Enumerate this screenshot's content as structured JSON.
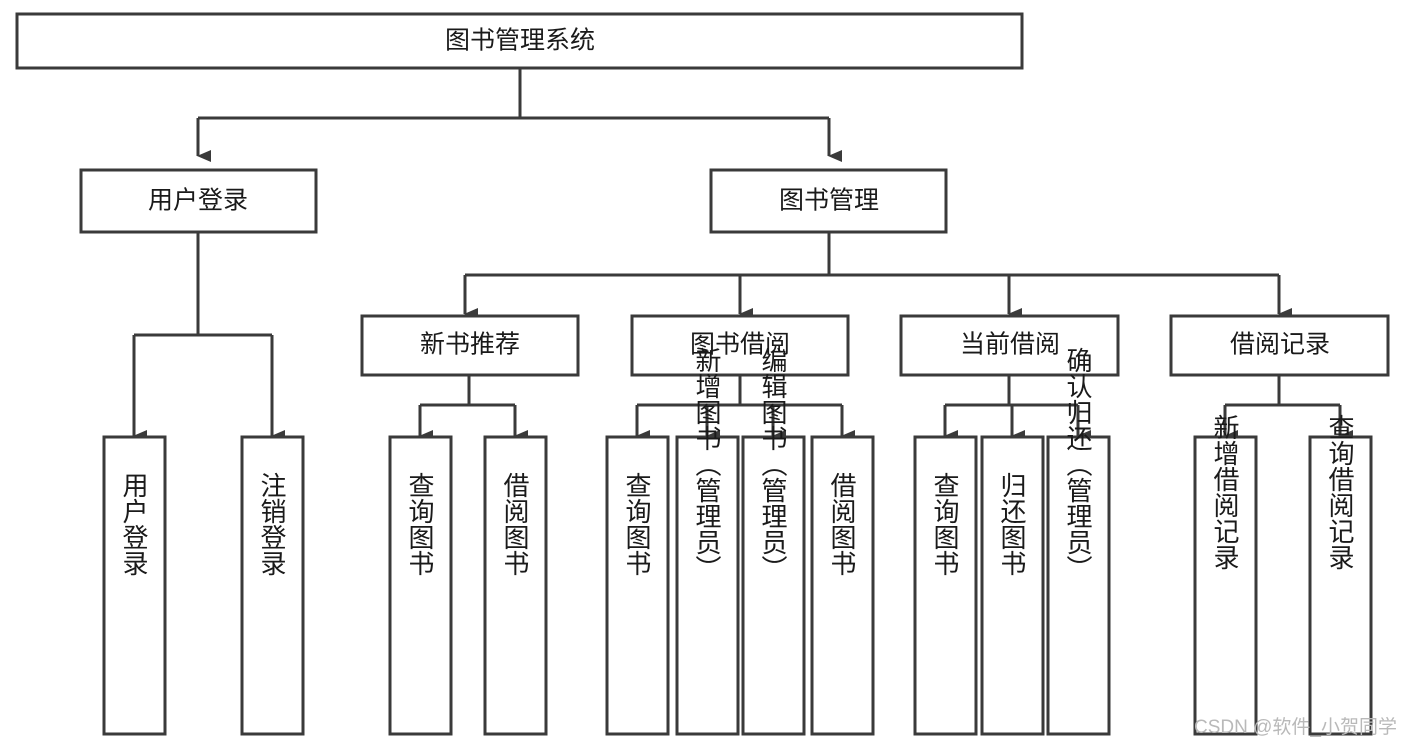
{
  "diagram": {
    "type": "tree-hierarchy-chart",
    "title": "图书管理系统",
    "colors": {
      "stroke": "#3a3a3a",
      "fill": "#ffffff",
      "text": "#1a1a1a",
      "watermark": "#b9b9b9"
    },
    "root": {
      "label": "图书管理系统"
    },
    "level2": [
      {
        "label": "用户登录"
      },
      {
        "label": "图书管理"
      }
    ],
    "level3": [
      {
        "label": "新书推荐"
      },
      {
        "label": "图书借阅"
      },
      {
        "label": "当前借阅"
      },
      {
        "label": "借阅记录"
      }
    ],
    "leaves": {
      "user_login": [
        {
          "label": "用户登录"
        },
        {
          "label": "注销登录"
        }
      ],
      "new_book_recommend": [
        {
          "label": "查询图书"
        },
        {
          "label": "借阅图书"
        }
      ],
      "book_borrow": [
        {
          "label": "查询图书"
        },
        {
          "label": "新增图书（管理员）"
        },
        {
          "label": "编辑图书（管理员）"
        },
        {
          "label": "借阅图书"
        }
      ],
      "current_borrow": [
        {
          "label": "查询图书"
        },
        {
          "label": "归还图书"
        },
        {
          "label": "确认归还（管理员）"
        }
      ],
      "borrow_record": [
        {
          "label": "新增借阅记录"
        },
        {
          "label": "查询借阅记录"
        }
      ]
    }
  },
  "watermark": {
    "text": "CSDN @软件_小贺同学"
  }
}
